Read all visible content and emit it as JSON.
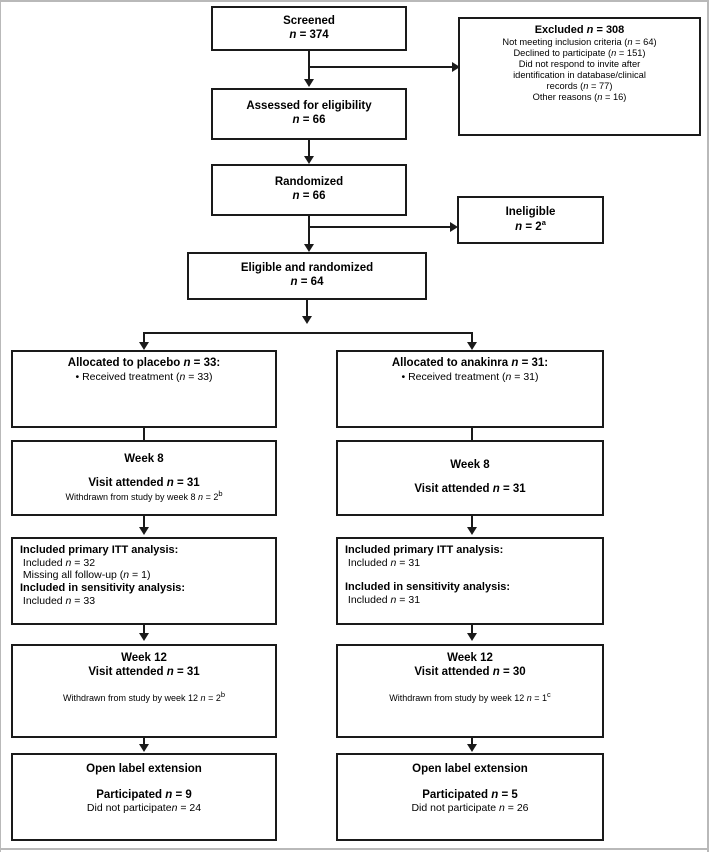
{
  "figure": {
    "type": "consort-flow-diagram",
    "title": "CONSORT participant flow diagram"
  },
  "nodes": {
    "screened": {
      "label": "Screened",
      "n_label": "n",
      "n_value": "= 374"
    },
    "assessed": {
      "label": "Assessed for eligibility",
      "n_label": "n",
      "n_value": "= 66"
    },
    "randomized": {
      "label": "Randomized",
      "n_label": "n",
      "n_value": "= 66"
    },
    "eligible_randomized": {
      "label": "Eligible and randomized",
      "n_label": "n",
      "n_value": "= 64"
    },
    "excluded": {
      "title": "Excluded ",
      "title_n": "n",
      "title_value": " = 308",
      "reasons": [
        {
          "text": "Not meeting inclusion criteria (",
          "n": "n",
          "value": " = 64)"
        },
        {
          "text": "Declined to participate (",
          "n": "n",
          "value": " = 151)"
        },
        {
          "text": "Did not respond to invite after",
          "n": "",
          "value": ""
        },
        {
          "text": "identification in database/clinical",
          "n": "",
          "value": ""
        },
        {
          "text": "records (",
          "n": "n",
          "value": " = 77)"
        },
        {
          "text": "Other reasons (",
          "n": "n",
          "value": " = 16)"
        }
      ]
    },
    "ineligible": {
      "label": "Ineligible",
      "n_label": "n",
      "n_value": "= 2",
      "footnote": "a"
    }
  },
  "arms": [
    {
      "id": "placebo",
      "allocated": {
        "title_pre": "Allocated to placebo ",
        "title_n": "n",
        "title_post": " = 33:",
        "bullet_pre": "Received treatment (",
        "bullet_n": "n",
        "bullet_post": " = 33)"
      },
      "week8": {
        "heading": "Week 8",
        "visit_pre": "Visit attended ",
        "visit_n": "n",
        "visit_post": " = 31",
        "withdrawn_pre": "Withdrawn from study by week 8 ",
        "withdrawn_n": "n",
        "withdrawn_post": " = 2",
        "withdrawn_footnote": "b"
      },
      "itt": {
        "primary_heading": "Included primary ITT analysis:",
        "primary_line_pre": "Included ",
        "primary_line_n": "n",
        "primary_line_post": " = 32",
        "missing_pre": "Missing all follow-up (",
        "missing_n": "n",
        "missing_post": " = 1)",
        "sensitivity_heading": "Included in sensitivity analysis:",
        "sensitivity_line_pre": "Included ",
        "sensitivity_line_n": "n",
        "sensitivity_line_post": " = 33"
      },
      "week12": {
        "heading": "Week 12",
        "visit_pre": "Visit attended ",
        "visit_n": "n",
        "visit_post": " = 31",
        "withdrawn_pre": "Withdrawn from study by week 12 ",
        "withdrawn_n": "n",
        "withdrawn_post": " = 2",
        "withdrawn_footnote": "b"
      },
      "ole": {
        "heading": "Open label extension",
        "participated_pre": "Participated ",
        "participated_n": "n",
        "participated_post": " = 9",
        "notparticipated_pre": "Did not participate",
        "notparticipated_n": "n",
        "notparticipated_post": " = 24"
      }
    },
    {
      "id": "anakinra",
      "allocated": {
        "title_pre": "Allocated to  anakinra ",
        "title_n": "n",
        "title_post": " = 31:",
        "bullet_pre": "Received treatment (",
        "bullet_n": "n",
        "bullet_post": " = 31)"
      },
      "week8": {
        "heading": "Week 8",
        "visit_pre": "Visit attended ",
        "visit_n": "n",
        "visit_post": " = 31",
        "withdrawn_pre": "",
        "withdrawn_n": "",
        "withdrawn_post": "",
        "withdrawn_footnote": ""
      },
      "itt": {
        "primary_heading": "Included primary ITT analysis:",
        "primary_line_pre": "Included ",
        "primary_line_n": "n",
        "primary_line_post": " = 31",
        "missing_pre": "",
        "missing_n": "",
        "missing_post": "",
        "sensitivity_heading": "Included in sensitivity analysis:",
        "sensitivity_line_pre": "Included ",
        "sensitivity_line_n": "n",
        "sensitivity_line_post": " = 31"
      },
      "week12": {
        "heading": "Week 12",
        "visit_pre": "Visit attended ",
        "visit_n": "n",
        "visit_post": " = 30",
        "withdrawn_pre": "Withdrawn from study by week 12 ",
        "withdrawn_n": "n",
        "withdrawn_post": " = 1",
        "withdrawn_footnote": "c"
      },
      "ole": {
        "heading": "Open label extension",
        "participated_pre": "Participated ",
        "participated_n": "n",
        "participated_post": " = 5",
        "notparticipated_pre": "Did not participate ",
        "notparticipated_n": "n",
        "notparticipated_post": " = 26"
      }
    }
  ]
}
